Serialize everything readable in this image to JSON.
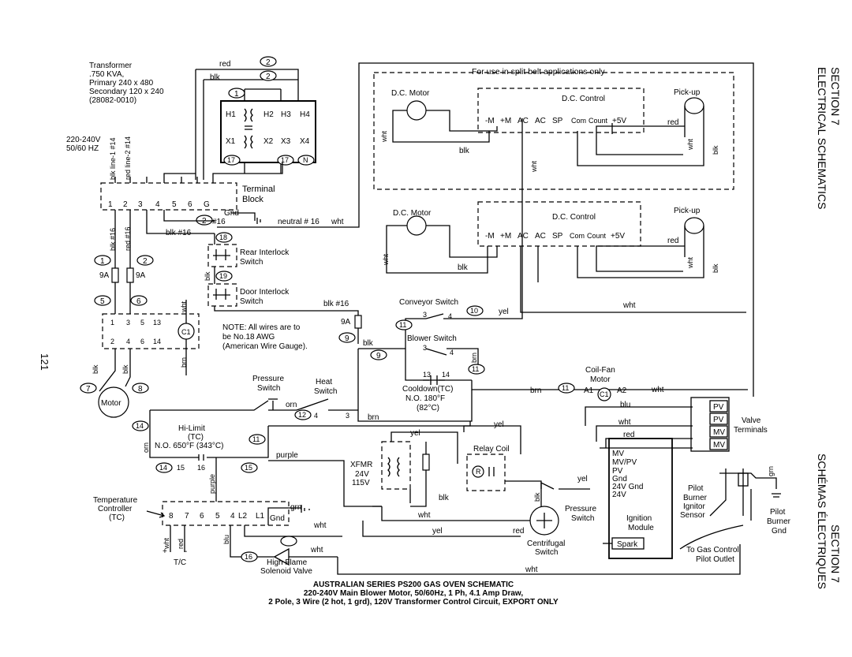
{
  "header": {
    "section_top": "SECTION 7",
    "title_top": "ELECTRICAL SCHEMATICS",
    "section_bottom": "SECTION 7",
    "title_bottom": "SCHÉMAS ÉLECTRIQUES",
    "page_number": "121"
  },
  "transformer": {
    "label_lines": [
      "Transformer",
      ".750 KVA,",
      "Primary 240 x 480",
      "Secondary 120 x 240",
      "(28082-0010)"
    ],
    "terminals": [
      "H1",
      "H2",
      "H3",
      "H4",
      "X1",
      "X2",
      "X3",
      "X4"
    ]
  },
  "supply": {
    "voltage": "220-240V",
    "freq": "50/60 HZ",
    "line1": "blk line-1 #14",
    "line2": "red line-2 #14"
  },
  "terminal_block": {
    "label": "Terminal",
    "label2": "Block",
    "terminals": [
      "1",
      "2",
      "3",
      "4",
      "5",
      "6",
      "G"
    ],
    "gnd": "Gnd",
    "neutral": "neutral # 16",
    "neutral_color": "wht"
  },
  "wire_numbers": [
    "1",
    "2",
    "5",
    "6",
    "7",
    "8",
    "9",
    "10",
    "11",
    "12",
    "14",
    "15",
    "16",
    "17",
    "18",
    "19",
    "N"
  ],
  "fuses": {
    "rating": "9A"
  },
  "motor": {
    "label": "Motor"
  },
  "contactor": {
    "label": "C1",
    "contacts": [
      "1",
      "3",
      "5",
      "13",
      "2",
      "4",
      "6",
      "14"
    ]
  },
  "interlocks": {
    "rear": "Rear Interlock",
    "door": "Door Interlock",
    "switch": "Switch"
  },
  "note": [
    "NOTE: All wires are to",
    "be  No.18 AWG",
    "(American Wire Gauge)."
  ],
  "switches": {
    "conveyor": "Conveyor Switch",
    "blower": "Blower Switch",
    "pressure": "Pressure",
    "pressure2": "Switch",
    "heat": "Heat",
    "heat2": "Switch",
    "cooldown": "Cooldown(TC)",
    "cooldown_spec": "N.O. 180°F",
    "cooldown_c": "(82°C)",
    "centrifugal": "Centrifugal",
    "centrifugal2": "Switch",
    "pressure_sw": "Pressure",
    "pressure_sw2": "Switch"
  },
  "hilimit": {
    "label": "Hi-Limit",
    "type": "(TC)",
    "spec": "N.O. 650°F (343°C)"
  },
  "temp_controller": {
    "lines": [
      "Temperature",
      "Controller",
      "(TC)"
    ],
    "terminals": [
      "8",
      "7",
      "6",
      "5",
      "4",
      "L2",
      "L1",
      "Gnd"
    ],
    "tc": "T/C"
  },
  "xfmr": {
    "lines": [
      "XFMR",
      "24V",
      "115V"
    ]
  },
  "relay": {
    "label": "Relay Coil",
    "r": "R"
  },
  "solenoid": {
    "lines": [
      "High Flame",
      "Solenoid Valve"
    ]
  },
  "coil_fan": {
    "lines": [
      "Coil-Fan",
      "Motor"
    ],
    "a1": "A1",
    "a2": "A2",
    "c1": "C1"
  },
  "valve_terminals": {
    "label": [
      "Valve",
      "Terminals"
    ],
    "items": [
      "PV",
      "PV",
      "MV",
      "MV"
    ]
  },
  "ignition": {
    "labels": [
      "MV",
      "MV/PV",
      "PV",
      "Gnd",
      "24V Gnd",
      "24V"
    ],
    "module": [
      "Ignition",
      "Module"
    ],
    "spark": "Spark"
  },
  "pilot": {
    "burner": [
      "Pilot",
      "Burner",
      "Ignitor",
      "Sensor"
    ],
    "gnd": [
      "Pilot",
      "Burner",
      "Gnd"
    ],
    "outlet": [
      "To Gas Control",
      "Pilot Outlet"
    ]
  },
  "split_belt": {
    "note": "For use in split belt applications only",
    "dc_motor": "D.C. Motor",
    "dc_control": "D.C. Control",
    "pickup": "Pick-up",
    "terminals": [
      "-M",
      "+M",
      "AC",
      "AC",
      "SP",
      "Com",
      "Count",
      "+5V"
    ]
  },
  "colors": {
    "wht": "wht",
    "blk": "blk",
    "red": "red",
    "yel": "yel",
    "brn": "brn",
    "orn": "orn",
    "blu": "blu",
    "grn": "grn",
    "purple": "purple",
    "blk16": "blk #16",
    "red16": "red #16",
    "hash16": "#16"
  },
  "caption": {
    "line1": "AUSTRALIAN SERIES PS200 GAS OVEN SCHEMATIC",
    "line2": "220-240V Main Blower Motor, 50/60Hz, 1 Ph, 4.1 Amp Draw,",
    "line3": "2 Pole,  3 Wire (2 hot, 1 grd), 120V Transformer Control Circuit, EXPORT ONLY"
  }
}
